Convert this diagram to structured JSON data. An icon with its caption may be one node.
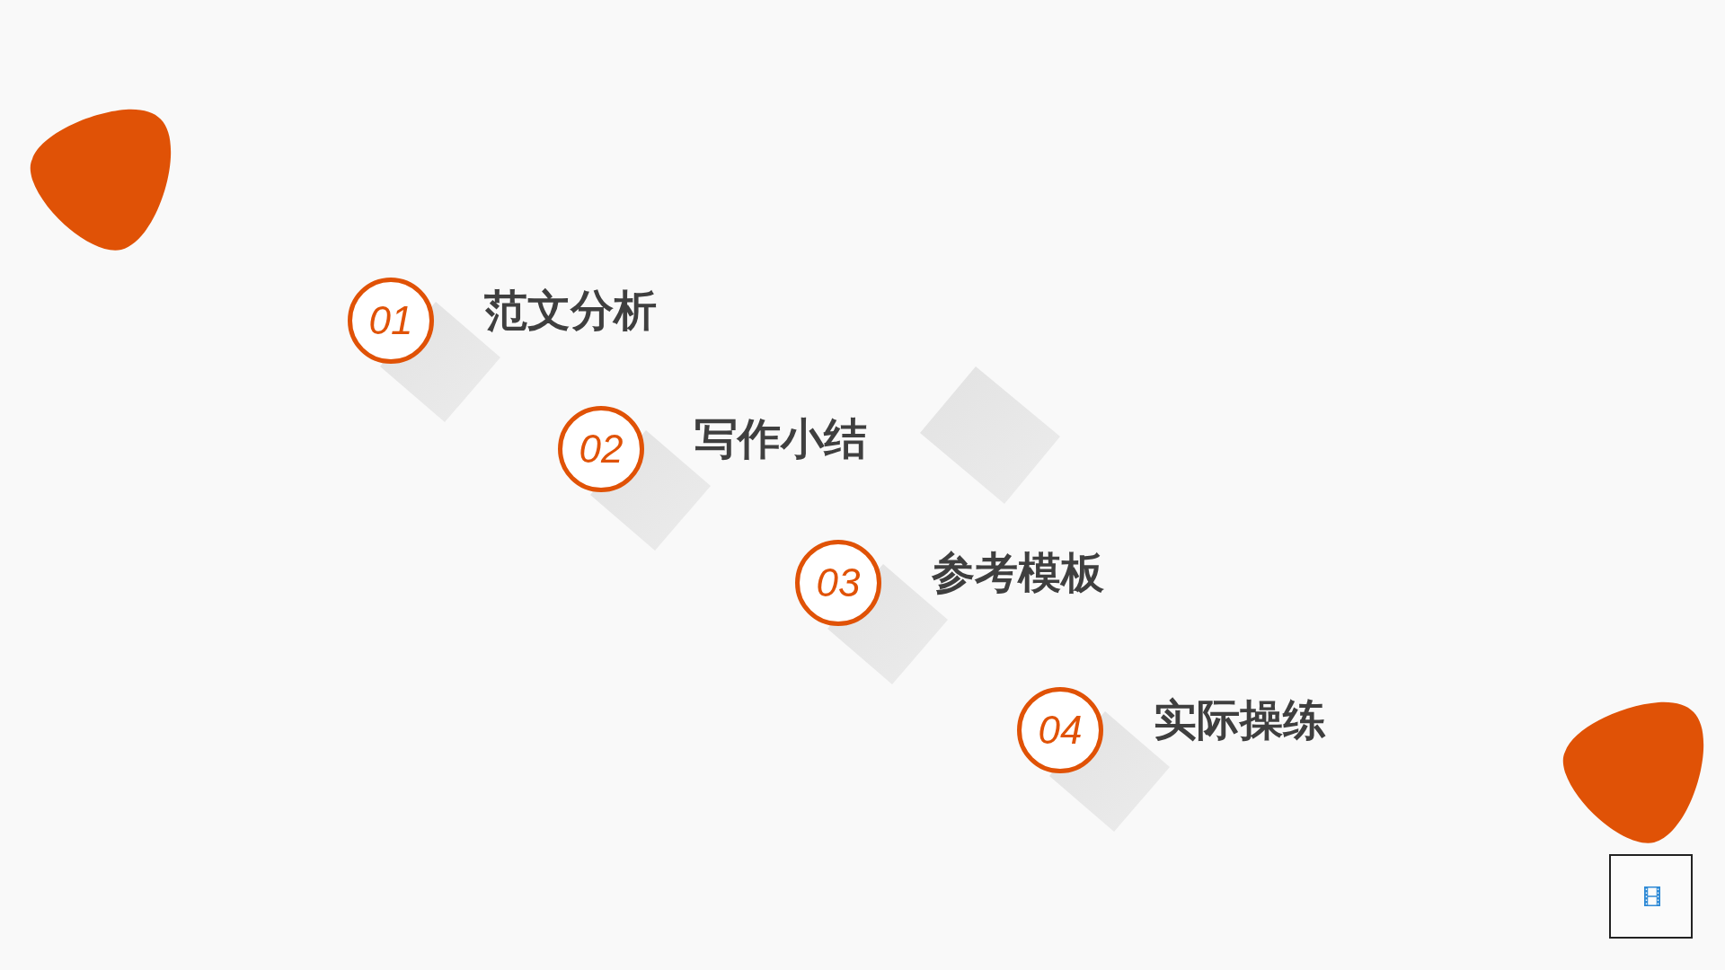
{
  "diagram": {
    "nodes": [
      {
        "text": [],
        "shape": "blob"
      },
      {
        "text": [
          "01"
        ],
        "beside": [
          "范文分析"
        ]
      },
      {
        "text": [
          "02"
        ],
        "beside": [
          "写作小结"
        ]
      },
      {
        "text": [],
        "shape": "diamond"
      },
      {
        "text": [
          "03"
        ],
        "beside": [
          "参考模板"
        ]
      },
      {
        "text": [
          "04"
        ],
        "beside": [
          "实际操练"
        ]
      },
      {
        "text": [],
        "shape": "blob"
      }
    ]
  }
}
